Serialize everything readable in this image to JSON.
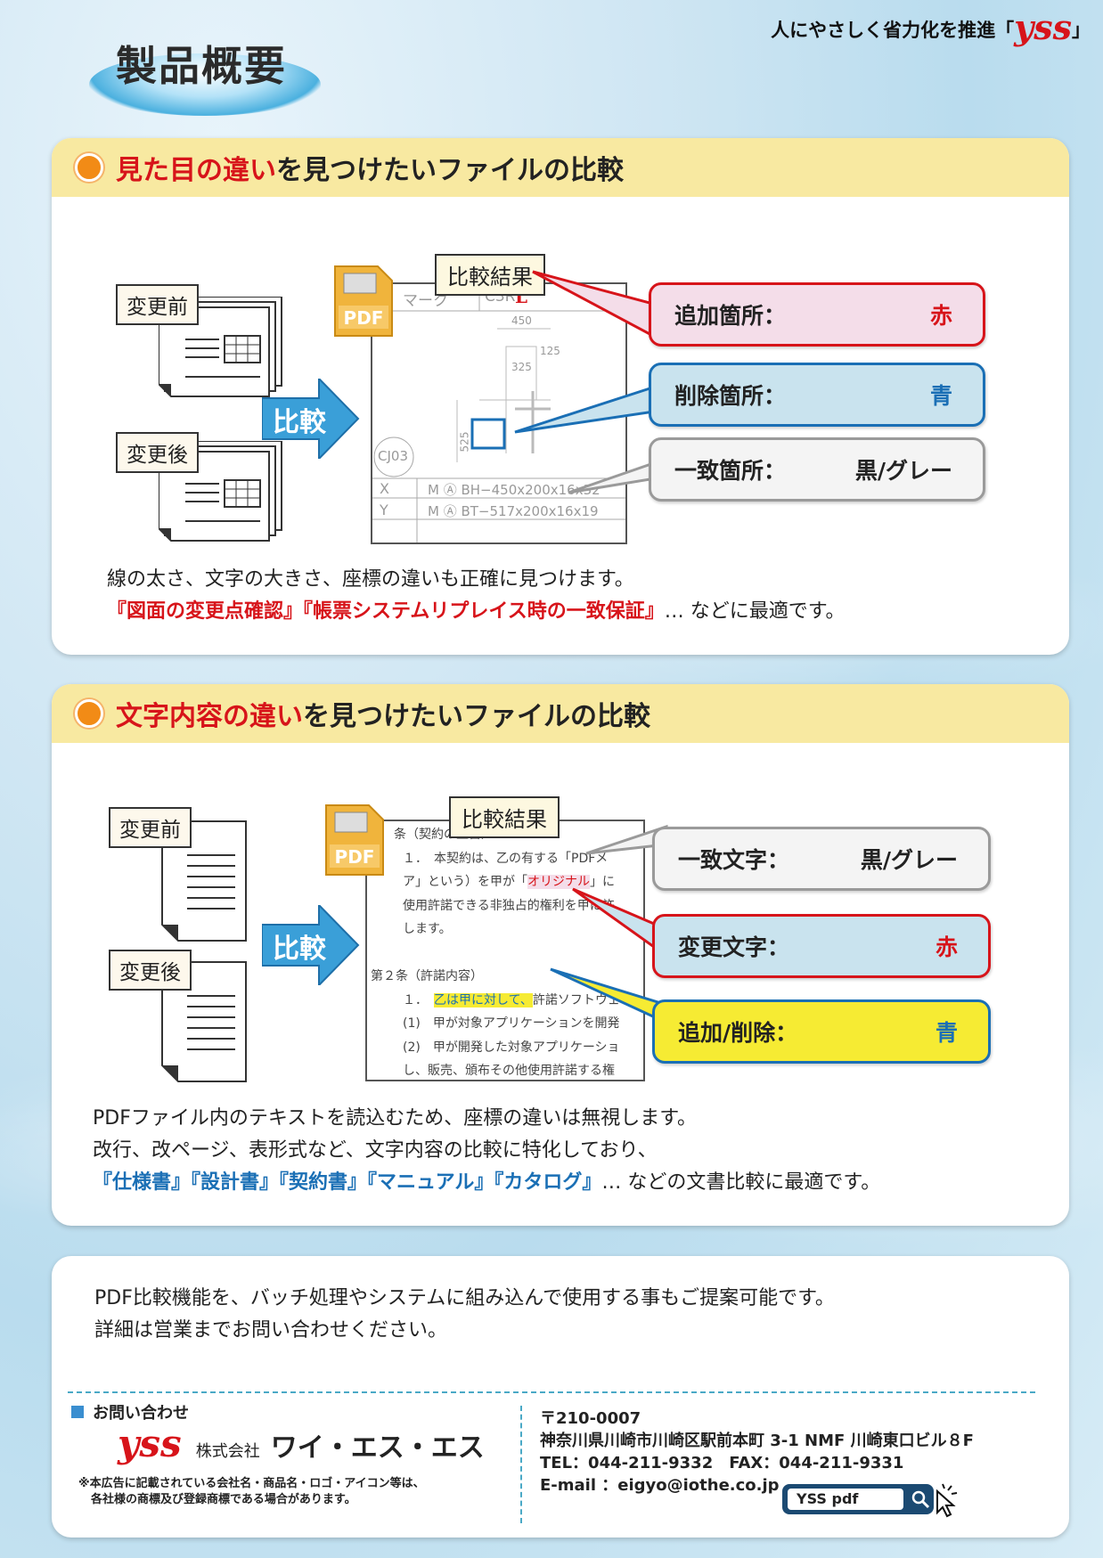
{
  "header": {
    "slogan_prefix": "人にやさしく省力化を推進「",
    "slogan_brand": "yss",
    "slogan_suffix": "」",
    "page_title": "製品概要"
  },
  "section1": {
    "heading_red": "見た目の違い",
    "heading_rest": "を見つけたいファイルの比較",
    "before_label": "変更前",
    "after_label": "変更後",
    "compare_label": "比較",
    "result_label": "比較結果",
    "pdf_label": "PDF",
    "drawing": {
      "mark_label": "マーク",
      "c3r": "C3R",
      "l_mark": "L",
      "dim_450": "450",
      "dim_125": "125",
      "dim_325": "325",
      "dim_525": "525",
      "cj03": "CJ03",
      "row_x_key": "X",
      "row_y_key": "Y",
      "row_x_val": "M Ⓐ BH−450x200x16x32",
      "row_y_val": "M Ⓐ BT−517x200x16x19"
    },
    "callouts": [
      {
        "key": "追加箇所：",
        "value": "赤"
      },
      {
        "key": "削除箇所：",
        "value": "青"
      },
      {
        "key": "一致箇所：",
        "value": "黒/グレー"
      }
    ],
    "text_line1": "線の太さ、文字の大きさ、座標の違いも正確に見つけます。",
    "text_q1": "『図面の変更点確認』",
    "text_q2": "『帳票システムリプレイス時の一致保証』",
    "text_tail": "… などに最適です。"
  },
  "section2": {
    "heading_red": "文字内容の違い",
    "heading_rest": "を見つけたいファイルの比較",
    "before_label": "変更前",
    "after_label": "変更後",
    "compare_label": "比較",
    "result_label": "比較結果",
    "pdf_label": "PDF",
    "doc_lines": [
      "条（契約の主旨）",
      "１．　本契約は、乙の有する「PDFメ",
      "ア」という）を甲が「オリジナル」に",
      "使用許諾できる非独占的権利を甲に許",
      "します。",
      "",
      "第２条（許諾内容）",
      "１．　乙は甲に対して、許諾ソフトウェ",
      "(1)　甲が対象アプリケーションを開発",
      "(2)　甲が開発した対象アプリケーショ",
      "し、販売、頒布その他使用許諾する権"
    ],
    "callouts": [
      {
        "key": "一致文字：",
        "value": "黒/グレー"
      },
      {
        "key": "変更文字：",
        "value": "赤"
      },
      {
        "key": "追加/削除：",
        "value": "青"
      }
    ],
    "text_line1": "PDFファイル内のテキストを読込むため、座標の違いは無視します。",
    "text_line2": "改行、改ページ、表形式など、文字内容の比較に特化しており、",
    "q1": "『仕様書』",
    "q2": "『設計書』",
    "q3": "『契約書』",
    "q4": "『マニュアル』",
    "q5": "『カタログ』",
    "text_tail": "… などの文書比較に最適です。"
  },
  "contact": {
    "line1": "PDF比較機能を、バッチ処理やシステムに組み込んで使用する事もご提案可能です。",
    "line2": "詳細は営業までお問い合わせください。",
    "inquiry": "お問い合わせ",
    "brand": "yss",
    "company_prefix": "株式会社",
    "company_name": "ワイ・エス・エス",
    "note1": "※本広告に記載されている会社名・商品名・ロゴ・アイコン等は、",
    "note2": "各社様の商標及び登録商標である場合があります。",
    "zip": "〒210-0007",
    "address": "神奈川県川崎市川崎区駅前本町 3-1  NMF 川崎東口ビル８F",
    "tel_fax": "TEL：044-211-9332　FAX：044-211-9331",
    "email": "E-mail ：eigyo@iothe.co.jp",
    "search_text": "YSS pdf"
  }
}
